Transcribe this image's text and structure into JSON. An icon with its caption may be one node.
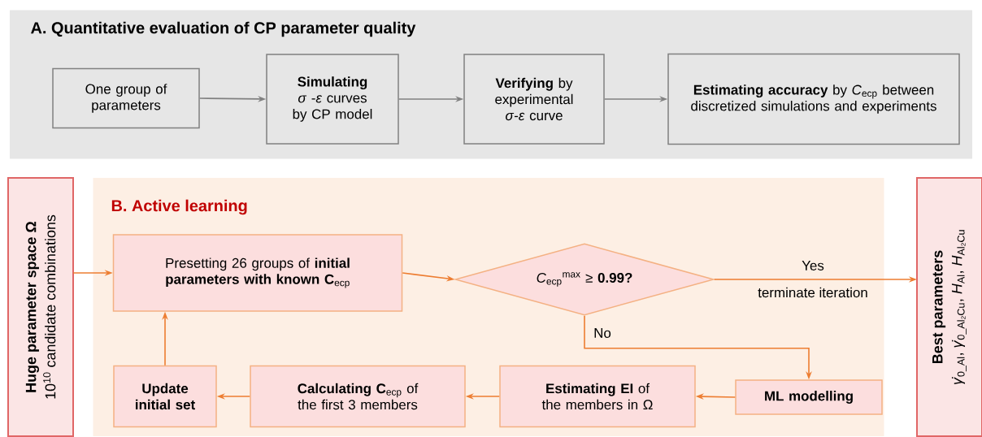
{
  "diagram": {
    "nodes": [
      {
        "text": [
          "A. Quantitative  evaluation of CP parameter quality"
        ]
      },
      {
        "text": [
          "One group of parameters"
        ],
        "in": 0
      },
      {
        "text": [
          "**Simulating** *σ* -*ε* curves by CP model"
        ],
        "in": 0
      },
      {
        "text": [
          "**Verifying** by experimental *σ*-*ε* curve"
        ],
        "in": 0
      },
      {
        "text": [
          "**Estimating accuracy** by *C*$_{ecp}$ between discretized simulations and experiments"
        ],
        "in": 0
      },
      {
        "text": [
          "Huge parameter space Ω",
          "10$^{10}$ candidate combinations"
        ]
      },
      {
        "text": [
          "B. Active learning"
        ]
      },
      {
        "text": [
          "Presetting 26 groups of **initial parameters with known C**$_{ecp}$"
        ],
        "in": 6
      },
      {
        "text": [
          "*C*$_{ecp}$$^{max}$ ≥ **0.99?**"
        ],
        "in": 6
      },
      {
        "text": [
          "ML modelling"
        ],
        "in": 6
      },
      {
        "text": [
          "**Estimating EI** of the members in Ω"
        ],
        "in": 6
      },
      {
        "text": [
          "**Calculating C**$_{ecp}$ of the first  3 members"
        ],
        "in": 6
      },
      {
        "text": [
          "Update initial set"
        ],
        "in": 6
      },
      {
        "text": [
          "Best parameters",
          "*γ̇*$_{0_Al}$, *γ̇*$_{0_Al₂Cu}$, *H*$_{Al}$, *H*$_{Al₂Cu}$"
        ]
      }
    ],
    "edges": [
      {
        "from": 1,
        "to": 2,
        "arrow": "to",
        "color": "#808080"
      },
      {
        "from": 2,
        "to": 3,
        "arrow": "to",
        "color": "#808080"
      },
      {
        "from": 3,
        "to": 4,
        "arrow": "to",
        "color": "#808080"
      },
      {
        "from": 5,
        "to": 7,
        "arrow": "to"
      },
      {
        "from": 7,
        "to": 8,
        "arrow": "to"
      },
      {
        "from": 8,
        "to": 13,
        "arrow": "to",
        "label": "Yes"
      },
      {
        "from": 8,
        "to": 9,
        "arrow": "to",
        "label": "No"
      },
      {
        "from": 9,
        "to": 10,
        "arrow": "to"
      },
      {
        "from": 10,
        "to": 11,
        "arrow": "to"
      },
      {
        "from": 11,
        "to": 12,
        "arrow": "to"
      },
      {
        "from": 12,
        "to": 7,
        "arrow": "to"
      }
    ],
    "labels": [
      "terminate iteration"
    ]
  }
}
